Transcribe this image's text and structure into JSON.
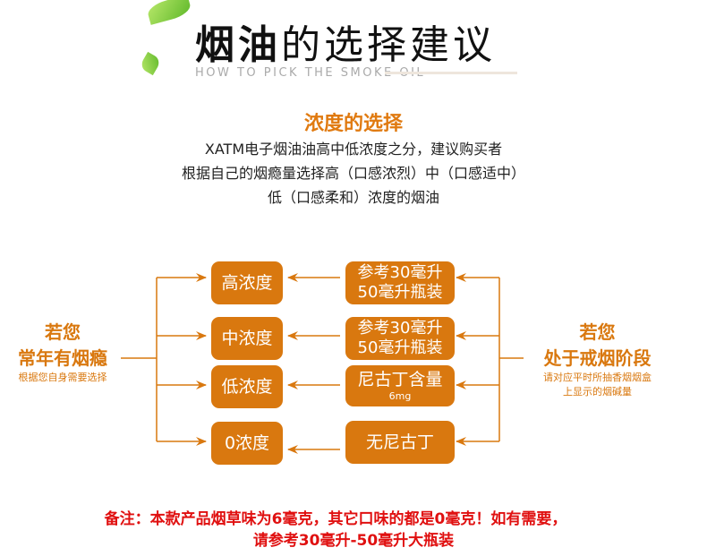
{
  "header": {
    "title_bold": "烟油",
    "title_light": "的选择建议",
    "subtitle": "HOW TO PICK THE SMOKE OIL"
  },
  "intro": {
    "heading": "浓度的选择",
    "lines": [
      "XATM电子烟油油高中低浓度之分，建议购买者",
      "根据自己的烟瘾量选择高（口感浓烈）中（口感适中）",
      "低（口感柔和）浓度的烟油"
    ]
  },
  "left": {
    "line1": "若您",
    "line2": "常年有烟瘾",
    "hint": "根据您自身需要选择"
  },
  "right": {
    "line1": "若您",
    "line2": "处于戒烟阶段",
    "hint1": "请对应平时所抽香烟烟盒",
    "hint2": "上显示的烟碱量"
  },
  "levels": [
    "高浓度",
    "中浓度",
    "低浓度",
    "0浓度"
  ],
  "refs": [
    {
      "a": "参考30毫升",
      "b": "50毫升瓶装"
    },
    {
      "a": "参考30毫升",
      "b": "50毫升瓶装"
    },
    {
      "a": "尼古丁含量",
      "b": "6mg"
    },
    {
      "a": "无尼古丁",
      "b": ""
    }
  ],
  "note": {
    "line1": "备注：本款产品烟草味为6毫克，其它口味的都是0毫克！如有需要，",
    "line2": "请参考30毫升-50毫升大瓶装"
  },
  "colors": {
    "accent": "#d9780f",
    "note": "#e01010"
  }
}
